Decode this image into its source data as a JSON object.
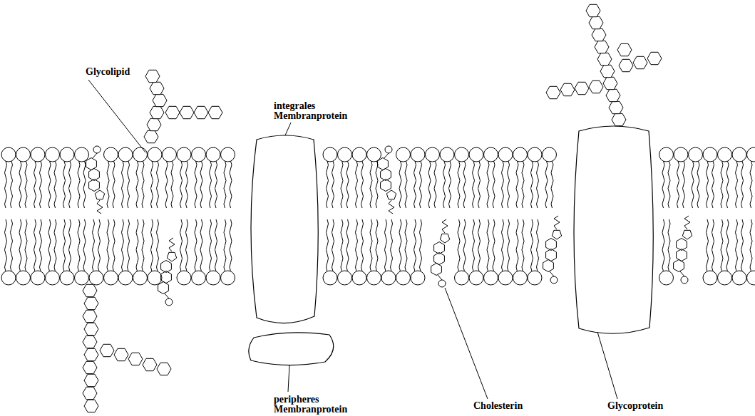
{
  "diagram": {
    "labels": [
      "Glycolipid",
      "integrales Membranprotein",
      "peripheres Membranprotein",
      "Cholesterin",
      "Glycoprotein"
    ]
  }
}
